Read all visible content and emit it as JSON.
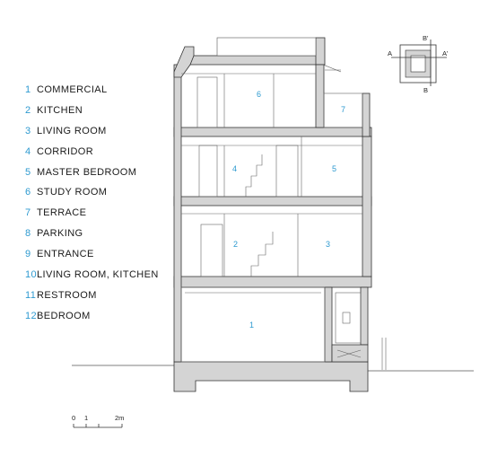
{
  "legend": {
    "items": [
      {
        "number": "1",
        "label": "COMMERCIAL"
      },
      {
        "number": "2",
        "label": "KITCHEN"
      },
      {
        "number": "3",
        "label": "LIVING ROOM"
      },
      {
        "number": "4",
        "label": "CORRIDOR"
      },
      {
        "number": "5",
        "label": "MASTER BEDROOM"
      },
      {
        "number": "6",
        "label": "STUDY ROOM"
      },
      {
        "number": "7",
        "label": "TERRACE"
      },
      {
        "number": "8",
        "label": "PARKING"
      },
      {
        "number": "9",
        "label": "ENTRANCE"
      },
      {
        "number": "10",
        "label": "LIVING ROOM, KITCHEN"
      },
      {
        "number": "11",
        "label": "RESTROOM"
      },
      {
        "number": "12",
        "label": "BEDROOM"
      }
    ]
  },
  "section": {
    "room_labels": [
      "1",
      "2",
      "3",
      "4",
      "5",
      "6",
      "7"
    ]
  },
  "key_plan": {
    "labels": {
      "a": "A",
      "a_prime": "A'",
      "b": "B",
      "b_prime": "B'"
    }
  },
  "scale_bar": {
    "labels": [
      "0",
      "1",
      "2m"
    ]
  },
  "colors": {
    "accent": "#2e9ad0",
    "wall": "#d4d4d4",
    "line": "#333333"
  }
}
